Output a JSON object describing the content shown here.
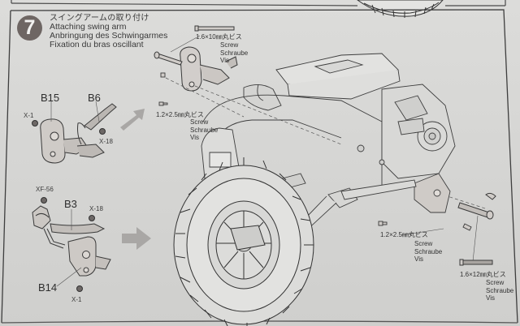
{
  "step": {
    "number": "7",
    "title_jp": "スイングアームの取り付け",
    "title_en": "Attaching swing arm",
    "title_de": "Anbringung des Schwingarmes",
    "title_fr": "Fixation du bras oscillant"
  },
  "subassembly_upper": {
    "parts": [
      {
        "id": "B15"
      },
      {
        "id": "B6"
      }
    ],
    "fasteners": [
      {
        "id": "X-1"
      },
      {
        "id": "X-18"
      }
    ]
  },
  "subassembly_lower": {
    "parts": [
      {
        "id": "B3"
      },
      {
        "id": "B14"
      }
    ],
    "fasteners": [
      {
        "id": "XF-56"
      },
      {
        "id": "X-18"
      },
      {
        "id": "X-1"
      }
    ]
  },
  "screws": [
    {
      "size": "1.6×10㎜丸ビス",
      "names": [
        "Screw",
        "Schraube",
        "Vis"
      ]
    },
    {
      "size": "1.2×2.5㎜丸ビス",
      "names": [
        "Screw",
        "Schraube",
        "Vis"
      ]
    },
    {
      "size": "1.2×2.5㎜丸ビス",
      "names": [
        "Screw",
        "Schraube",
        "Vis"
      ]
    },
    {
      "size": "1.6×12㎜丸ビス",
      "names": [
        "Screw",
        "Schraube",
        "Vis"
      ]
    }
  ],
  "colors": {
    "paper": "#d8d8d6",
    "line_art": "#3a3a3a",
    "badge": "#6e6663",
    "arrow": "#a8a8a6"
  }
}
